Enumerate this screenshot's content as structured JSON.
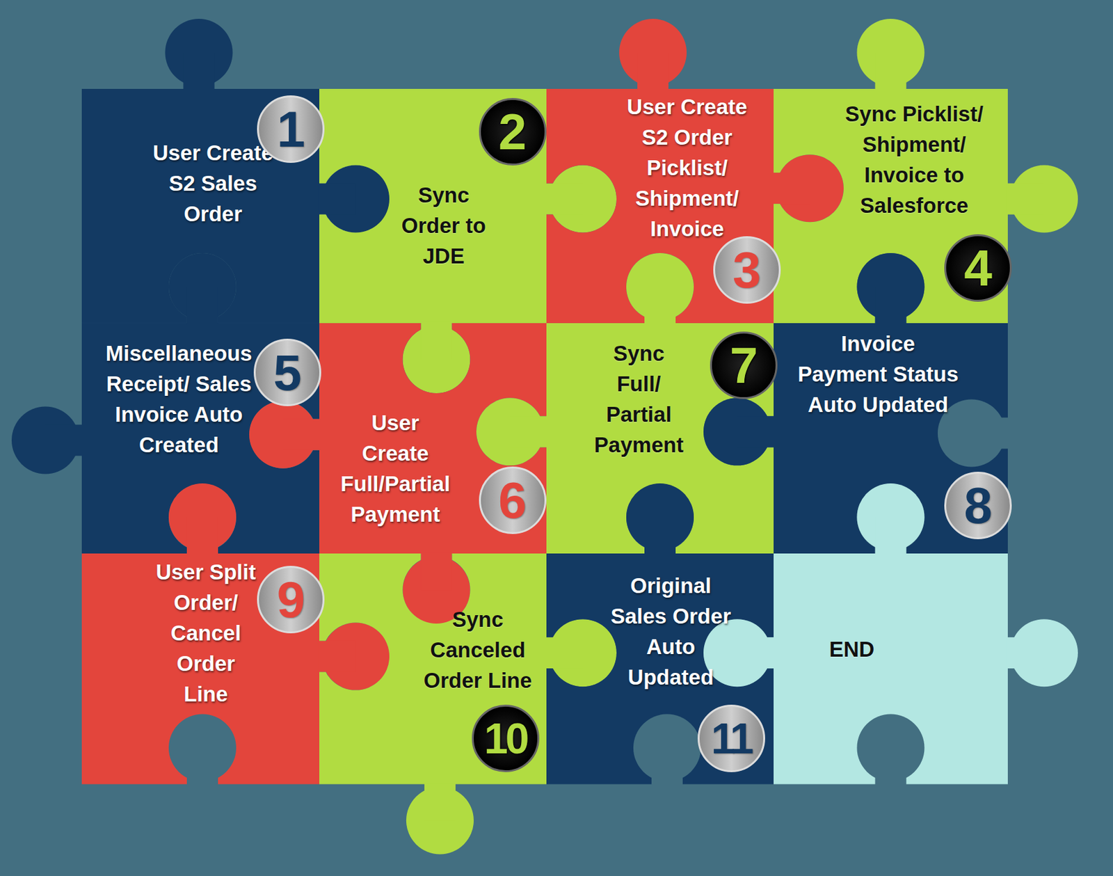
{
  "diagram": {
    "nodes": [
      {
        "text": [
          "User Create S2 Sales Order",
          "1"
        ]
      },
      {
        "text": [
          "Sync Order to JDE",
          "2"
        ]
      },
      {
        "text": [
          "User Create S2 Order Picklist/ Shipment/ Invoice",
          "3"
        ]
      },
      {
        "text": [
          "Sync Picklist/ Shipment/ Invoice to Salesforce",
          "4"
        ]
      },
      {
        "text": [
          "Miscellaneous Receipt/ Sales Invoice Auto Created",
          "5"
        ]
      },
      {
        "text": [
          "User Create Full/Partial Payment",
          "6"
        ]
      },
      {
        "text": [
          "Sync Full/ Partial Payment",
          "7"
        ]
      },
      {
        "text": [
          "Invoice Payment Status Auto Updated",
          "8"
        ]
      },
      {
        "text": [
          "User Split Order/ Cancel Order Line",
          "9"
        ]
      },
      {
        "text": [
          "Sync Canceled Order Line",
          "10"
        ]
      },
      {
        "text": [
          "Original Sales Order Auto Updated",
          "11"
        ]
      },
      {
        "text": [
          "END"
        ]
      }
    ]
  }
}
